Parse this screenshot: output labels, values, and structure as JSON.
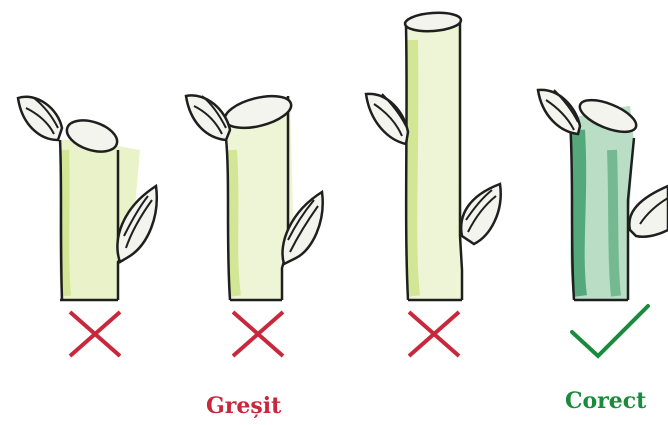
{
  "labels": {
    "wrong": "Greșit",
    "right": "Corect"
  },
  "colors": {
    "wrong": "#c8283c",
    "right": "#1a8a3c",
    "outline": "#1f1f1f",
    "light_green": "#cfe48f",
    "dark_green": "#3c9a68",
    "bud_fill": "#f3f4ee"
  },
  "panels": [
    {
      "cut": "too-close-slanted-toward-bud",
      "verdict": "wrong",
      "mark": "cross-icon"
    },
    {
      "cut": "slanted-above-bud",
      "verdict": "wrong",
      "mark": "cross-icon"
    },
    {
      "cut": "too-far-above-bud",
      "verdict": "wrong",
      "mark": "cross-icon"
    },
    {
      "cut": "correct-slanted-above-bud",
      "verdict": "right",
      "mark": "check-icon"
    }
  ]
}
